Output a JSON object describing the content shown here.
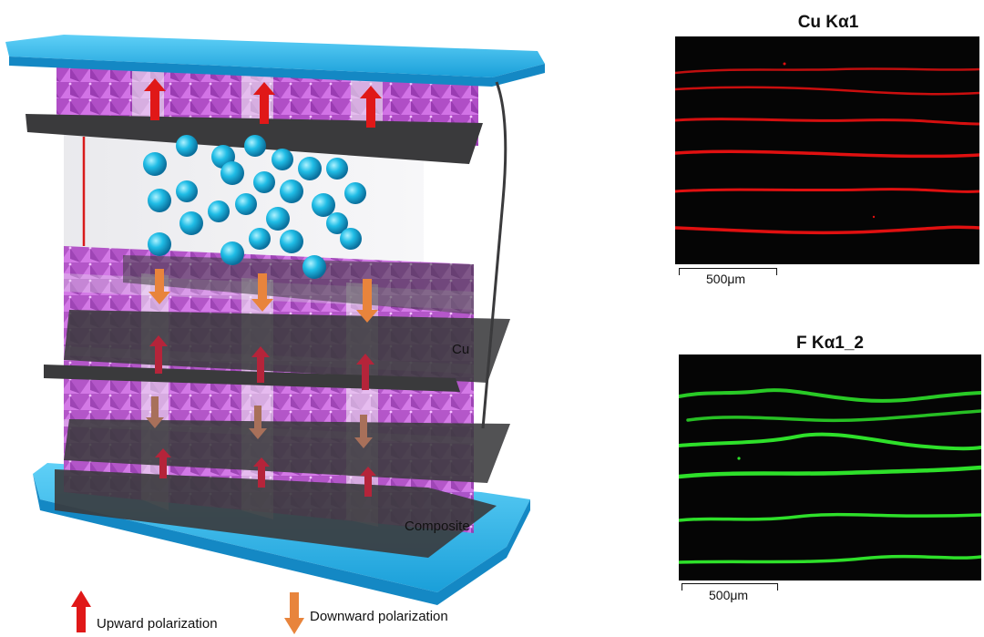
{
  "diagram": {
    "layer_label_cu": "Cu",
    "layer_label_composite": "Composite"
  },
  "legend": {
    "upward_label": "Upward polarization",
    "upward_color": "#e01818",
    "downward_label": "Downward polarization",
    "downward_color": "#e8843c"
  },
  "maps": [
    {
      "title": "Cu Kα1",
      "scale_label": "500μm",
      "trace_color": "#e01010"
    },
    {
      "title": "F Kα1_2",
      "scale_label": "500μm",
      "trace_color": "#2ee02a"
    }
  ],
  "colors": {
    "electrode": "#2fb3ea",
    "ferroelectric": "#c257d6",
    "ion": "#18b7e0",
    "plate": "#3a3a3c"
  }
}
